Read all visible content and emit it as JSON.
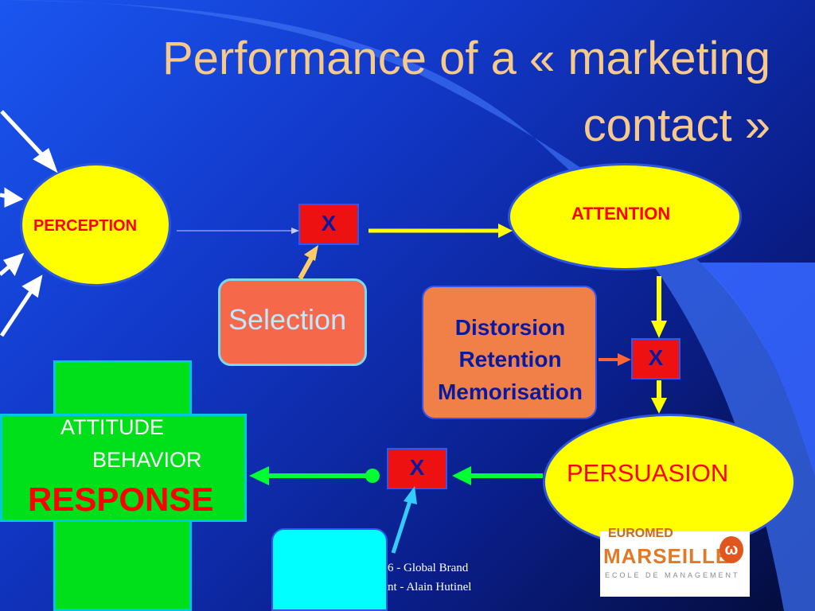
{
  "title": {
    "line1": "Performance of a « marketing",
    "line2": "contact »"
  },
  "nodes": {
    "perception": "PERCEPTION",
    "attention": "ATTENTION",
    "selection": "Selection",
    "distorsion": [
      "Distorsion",
      "Retention",
      "Memorisation"
    ],
    "persuasion": "PERSUASION",
    "multiply_symbol": "X",
    "attitude": "ATTITUDE",
    "behavior": "BEHAVIOR",
    "response": "RESPONSE"
  },
  "footer": {
    "line1": "6 - Global Brand",
    "line2": "nt - Alain Hutinel"
  },
  "logo": {
    "top_text": "EUROMED",
    "name": "MARSEILLE",
    "subtitle": "ECOLE DE MANAGEMENT"
  },
  "colors": {
    "ellipse_fill": "#ffff00",
    "x_box_fill": "#ee1111",
    "orange_box": "#f5694a",
    "cross_green": "#00e01a",
    "arrow_yellow": "#ffff00",
    "arrow_green": "#00ff33",
    "arrow_white": "#ffffff",
    "arrow_cyan": "#33ccff",
    "arrow_orange": "#ff6633"
  }
}
